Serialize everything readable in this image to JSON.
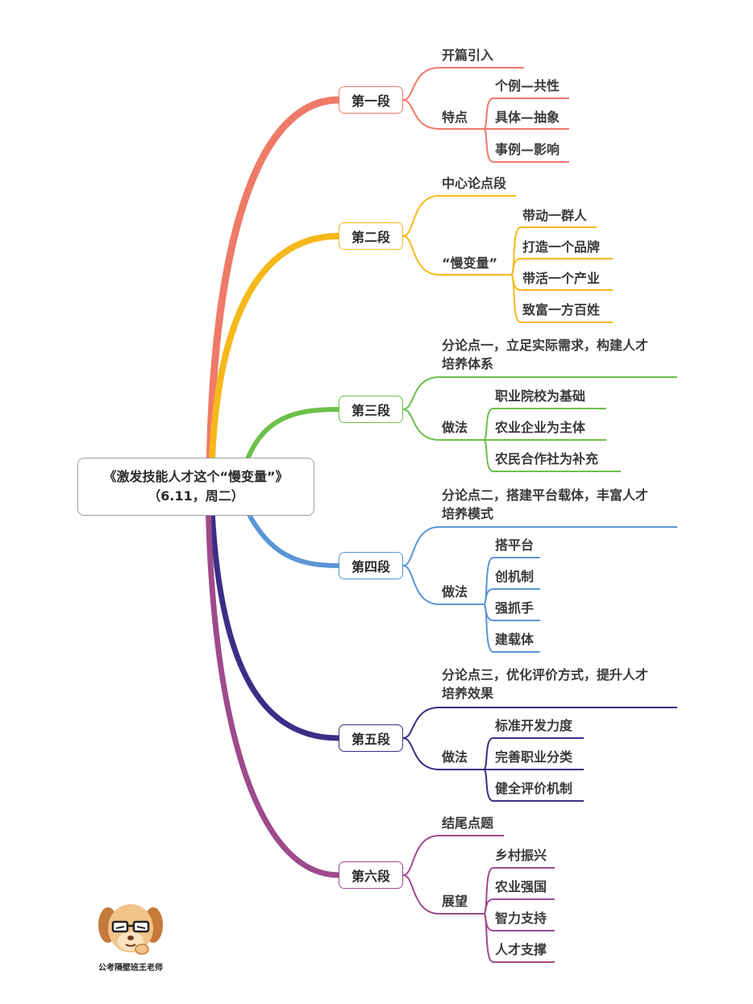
{
  "root": {
    "line1": "《激发技能人才这个“慢变量”》",
    "line2": "（6.11，周二）"
  },
  "colors": {
    "s1": "#f07a68",
    "s2": "#f6b81a",
    "s3": "#6cc04a",
    "s4": "#5b95d6",
    "s5": "#3a2f86",
    "s6": "#9e4a8c"
  },
  "sections": [
    {
      "label": "第一段",
      "top": "开篇引入",
      "mid": "特点",
      "leaves": [
        "个例—共性",
        "具体—抽象",
        "事例—影响"
      ]
    },
    {
      "label": "第二段",
      "top": "中心论点段",
      "mid": "“慢变量”",
      "leaves": [
        "带动一群人",
        "打造一个品牌",
        "带活一个产业",
        "致富一方百姓"
      ]
    },
    {
      "label": "第三段",
      "top1": "分论点一，立足实际需求，构建人才",
      "top2": "培养体系",
      "mid": "做法",
      "leaves": [
        "职业院校为基础",
        "农业企业为主体",
        "农民合作社为补充"
      ]
    },
    {
      "label": "第四段",
      "top1": "分论点二，搭建平台载体，丰富人才",
      "top2": "培养模式",
      "mid": "做法",
      "leaves": [
        "搭平台",
        "创机制",
        "强抓手",
        "建载体"
      ]
    },
    {
      "label": "第五段",
      "top1": "分论点三，优化评价方式，提升人才",
      "top2": "培养效果",
      "mid": "做法",
      "leaves": [
        "标准开发力度",
        "完善职业分类",
        "健全评价机制"
      ]
    },
    {
      "label": "第六段",
      "top": "结尾点题",
      "mid": "展望",
      "leaves": [
        "乡村振兴",
        "农业强国",
        "智力支持",
        "人才支撑"
      ]
    }
  ],
  "mascot_icon": "cartoon-dog-with-glasses-icon",
  "caption": "公考隔壁班王老师"
}
